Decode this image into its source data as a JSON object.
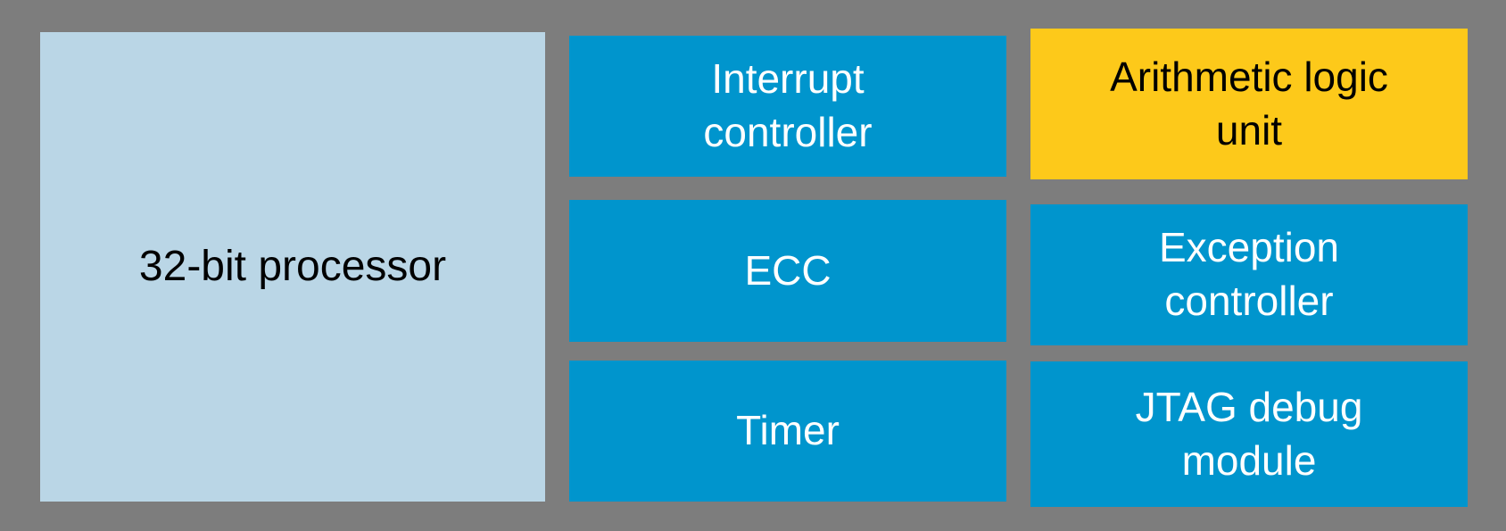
{
  "diagram": {
    "background_color": "#7d7d7d",
    "processor": {
      "label": "32-bit processor",
      "fill": "#bad6e6",
      "text_color": "#000000"
    },
    "blocks": [
      {
        "id": "interrupt-controller",
        "label": "Interrupt\ncontroller",
        "fill": "#0095cd",
        "text_color": "#ffffff"
      },
      {
        "id": "arithmetic-logic-unit",
        "label": "Arithmetic logic\nunit",
        "fill": "#fdc91a",
        "text_color": "#000000"
      },
      {
        "id": "ecc",
        "label": "ECC",
        "fill": "#0095cd",
        "text_color": "#ffffff"
      },
      {
        "id": "exception-controller",
        "label": "Exception\ncontroller",
        "fill": "#0095cd",
        "text_color": "#ffffff"
      },
      {
        "id": "timer",
        "label": "Timer",
        "fill": "#0095cd",
        "text_color": "#ffffff"
      },
      {
        "id": "jtag-debug-module",
        "label": "JTAG debug\nmodule",
        "fill": "#0095cd",
        "text_color": "#ffffff"
      }
    ]
  }
}
